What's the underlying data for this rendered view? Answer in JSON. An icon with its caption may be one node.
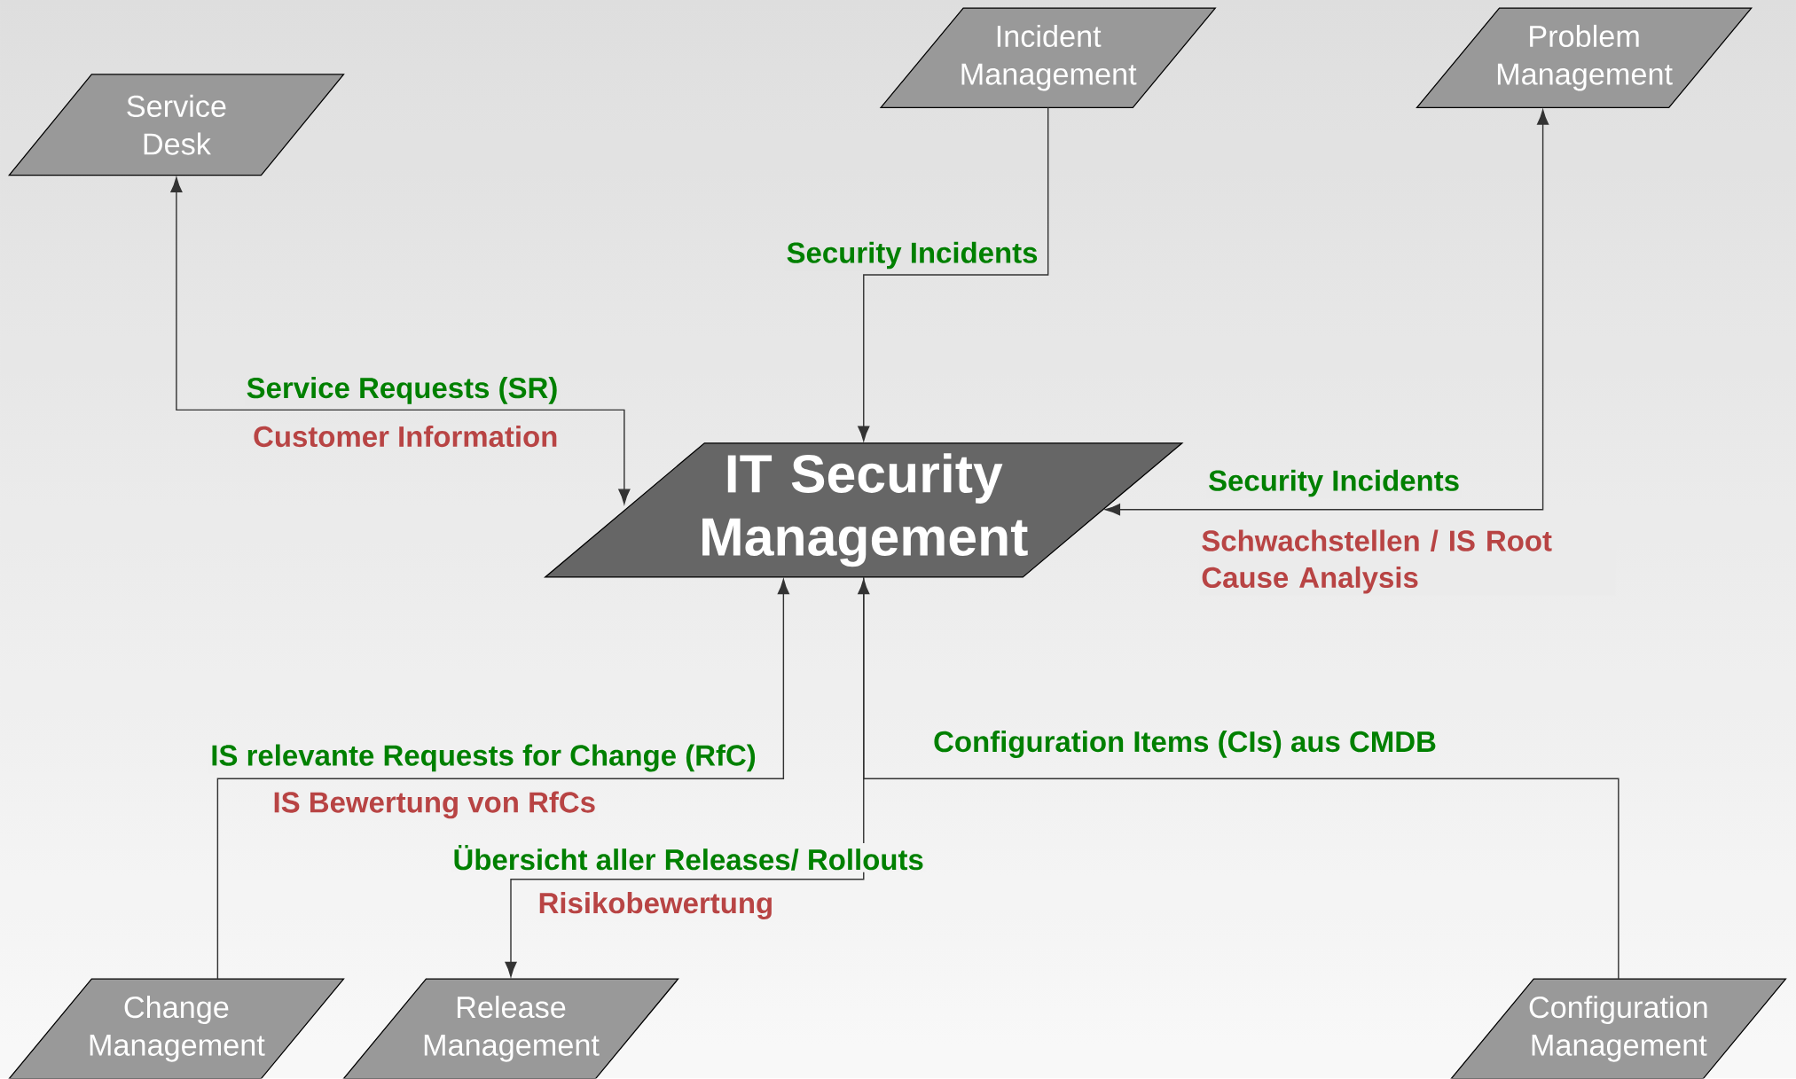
{
  "diagram": {
    "nodes": [
      {
        "text": [
          "Service Desk"
        ]
      },
      {
        "text": [
          "Incident Management"
        ]
      },
      {
        "text": [
          "Problem Management"
        ]
      },
      {
        "text": [
          "IT Security Management"
        ]
      },
      {
        "text": [
          "Change Management"
        ]
      },
      {
        "text": [
          "Release Management"
        ]
      },
      {
        "text": [
          "Configuration Management"
        ]
      }
    ],
    "edges": [
      {
        "from": 0,
        "to": 3,
        "arrow": "both",
        "label": "Service Requests (SR)"
      },
      {
        "from": 1,
        "to": 3,
        "arrow": "to",
        "label": "Security Incidents"
      },
      {
        "from": 3,
        "to": 2,
        "arrow": "both",
        "label": "Security Incidents"
      },
      {
        "from": 4,
        "to": 3,
        "arrow": "to",
        "label": "IS relevante Requests for Change (RfC)"
      },
      {
        "from": 3,
        "to": 5,
        "arrow": "to",
        "label": "Übersicht aller Releases/ Rollouts"
      },
      {
        "from": 6,
        "to": 3,
        "arrow": "to",
        "label": "Configuration Items (CIs) aus CMDB"
      }
    ],
    "labels": [
      "Customer Information",
      "Schwachstellen / IS Root Cause Analysis",
      "IS Bewertung von RfCs",
      "Risikobewertung"
    ]
  }
}
